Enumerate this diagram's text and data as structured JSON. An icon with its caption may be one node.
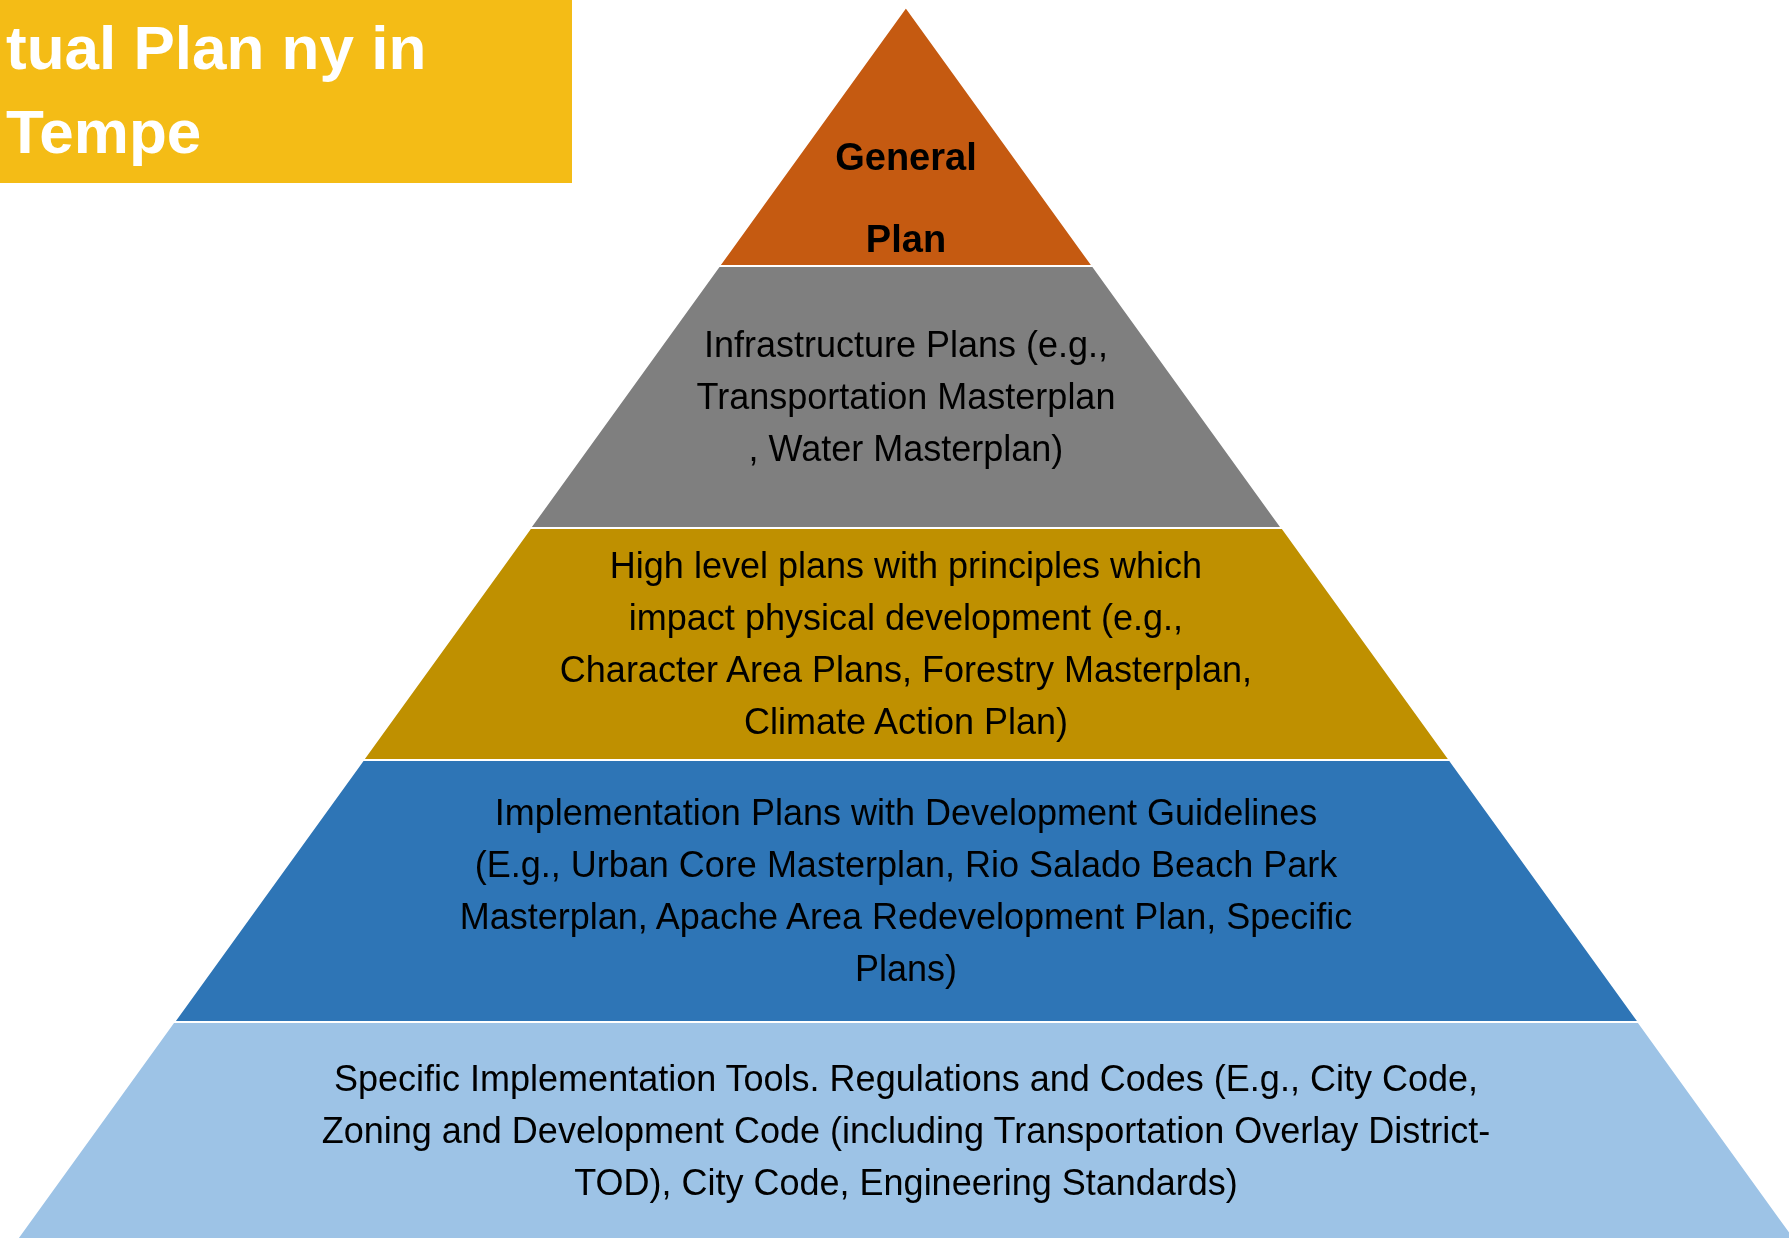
{
  "diagram": {
    "title": "tual Plan ny in Tempe",
    "nodes": [
      {
        "text": [
          "General Plan"
        ]
      },
      {
        "text": [
          "Infrastructure Plans (e.g., Transportation Masterplan , Water Masterplan)"
        ]
      },
      {
        "text": [
          "High level plans with principles which impact physical development (e.g., Character Area Plans, Forestry Masterplan, Climate Action Plan)"
        ]
      },
      {
        "text": [
          "Implementation Plans with Development Guidelines (E.g., Urban Core Masterplan, Rio Salado Beach Park Masterplan, Apache Area Redevelopment Plan, Specific Plans)"
        ]
      },
      {
        "text": [
          "Specific Implementation Tools. Regulations and Codes (E.g., City Code, Zoning and Development Code (including Transportation Overlay District- TOD), City Code, Engineering Standards)"
        ]
      }
    ],
    "edges": []
  }
}
